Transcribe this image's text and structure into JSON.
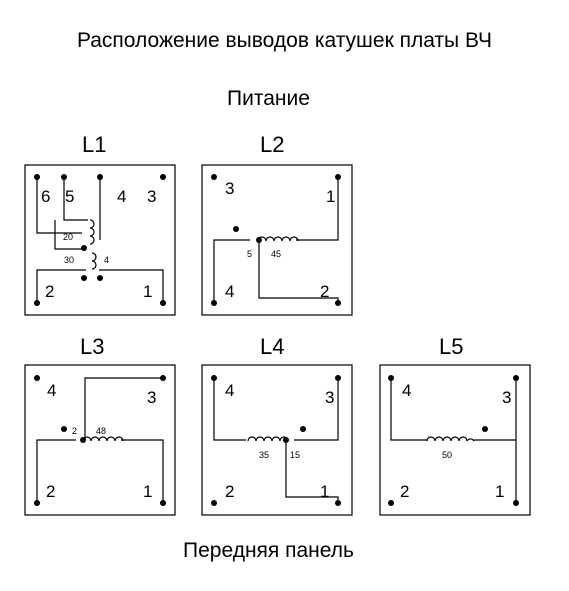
{
  "title": "Расположение выводов катушек платы ВЧ",
  "top_label": "Питание",
  "bottom_label": "Передняя панель",
  "coils": {
    "L1": {
      "name": "L1",
      "pins": [
        "1",
        "2",
        "3",
        "4",
        "5",
        "6"
      ],
      "turns": [
        "20",
        "30",
        "4"
      ]
    },
    "L2": {
      "name": "L2",
      "pins": [
        "1",
        "2",
        "3",
        "4"
      ],
      "turns": [
        "5",
        "45"
      ]
    },
    "L3": {
      "name": "L3",
      "pins": [
        "1",
        "2",
        "3",
        "4"
      ],
      "turns": [
        "2",
        "48"
      ]
    },
    "L4": {
      "name": "L4",
      "pins": [
        "1",
        "2",
        "3",
        "4"
      ],
      "turns": [
        "35",
        "15"
      ]
    },
    "L5": {
      "name": "L5",
      "pins": [
        "1",
        "2",
        "3",
        "4"
      ],
      "turns": [
        "50"
      ]
    }
  }
}
